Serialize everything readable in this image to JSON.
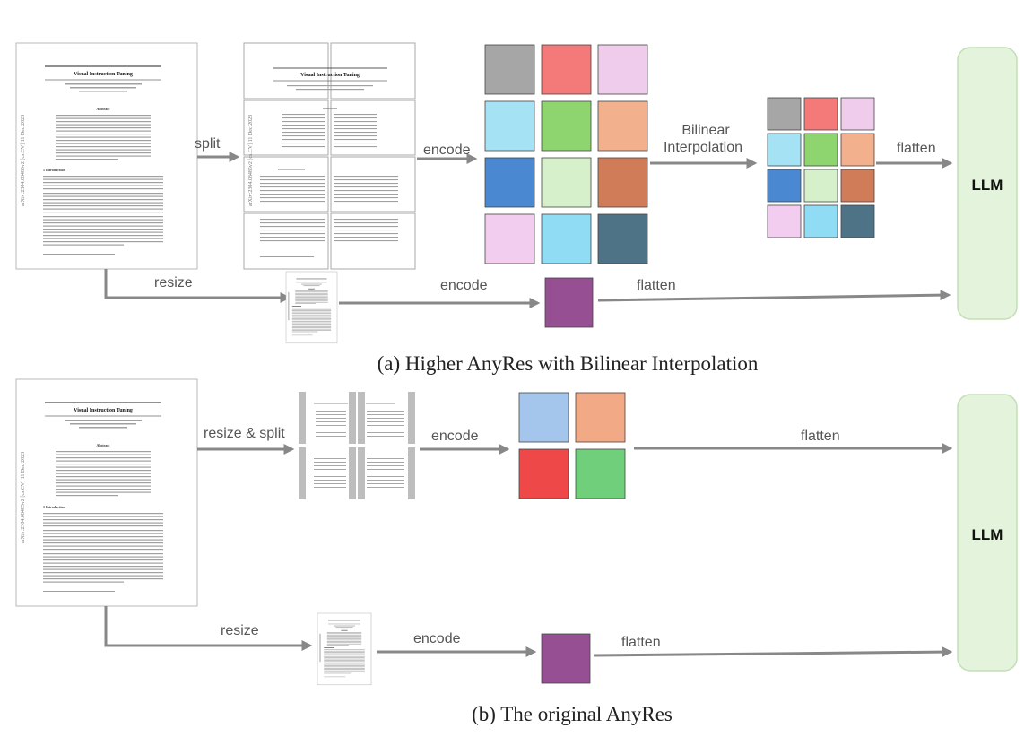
{
  "panel_a": {
    "caption": "(a) Higher AnyRes with Bilinear Interpolation",
    "labels": {
      "split": "split",
      "encode_top": "encode",
      "bilinear_1": "Bilinear",
      "bilinear_2": "Interpolation",
      "flatten_top": "flatten",
      "resize": "resize",
      "encode_bottom": "encode",
      "flatten_bottom": "flatten"
    },
    "llm": "LLM",
    "grid_colors": [
      [
        "#a6a6a6",
        "#f47a7a",
        "#f0ccec"
      ],
      [
        "#a5e2f4",
        "#8fd56f",
        "#f3b08d"
      ],
      [
        "#4a88d1",
        "#d6f0cc",
        "#d17c58"
      ],
      [
        "#f2cdef",
        "#8fdcf4",
        "#4f7386"
      ]
    ],
    "small_grid_colors": [
      [
        "#a6a6a6",
        "#f47a7a",
        "#f0ccec"
      ],
      [
        "#a5e2f4",
        "#8fd56f",
        "#f3b08d"
      ],
      [
        "#4a88d1",
        "#d6f0cc",
        "#d17c58"
      ],
      [
        "#f2cdef",
        "#8fdcf4",
        "#4f7386"
      ]
    ],
    "thumb_color": "#964f93"
  },
  "panel_b": {
    "caption": "(b) The original AnyRes",
    "labels": {
      "resize_split": "resize & split",
      "encode_top": "encode",
      "flatten_top": "flatten",
      "resize": "resize",
      "encode_bottom": "encode",
      "flatten_bottom": "flatten"
    },
    "llm": "LLM",
    "grid_colors": [
      [
        "#a4c6ec",
        "#f2a985"
      ],
      [
        "#ee4848",
        "#6fcf7a"
      ]
    ],
    "thumb_color": "#964f93"
  },
  "document": {
    "title": "Visual Instruction Tuning",
    "side_text": "arXiv:2304.08485v2  [cs.CV]  11 Dec 2023",
    "abstract_heading": "Abstract",
    "intro_heading": "1   Introduction"
  },
  "colors": {
    "arrow": "#888888",
    "llm_fill": "#e4f3dc",
    "llm_stroke": "#c3ddb6"
  }
}
